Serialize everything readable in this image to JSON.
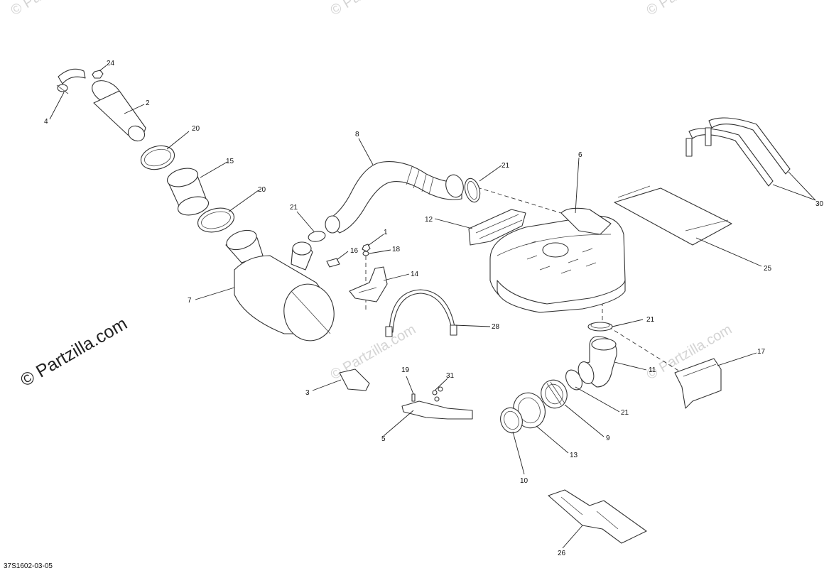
{
  "watermark": {
    "brand_text": "© Partzilla.com",
    "faint_text": "© Partzilla.com"
  },
  "diagram_code": "37S1602-03-05",
  "callouts": {
    "c1": "1",
    "c2": "2",
    "c3": "3",
    "c4": "4",
    "c5": "5",
    "c6": "6",
    "c7": "7",
    "c8": "8",
    "c9": "9",
    "c10": "10",
    "c11": "11",
    "c12": "12",
    "c13": "13",
    "c14": "14",
    "c15": "15",
    "c16": "16",
    "c17": "17",
    "c18": "18",
    "c19": "19",
    "c20a": "20",
    "c20b": "20",
    "c21a": "21",
    "c21b": "21",
    "c21c": "21",
    "c21d": "21",
    "c24": "24",
    "c25": "25",
    "c26": "26",
    "c28": "28",
    "c30": "30",
    "c31": "31"
  },
  "colors": {
    "line": "#333333",
    "watermark": "#d4d4d4"
  }
}
